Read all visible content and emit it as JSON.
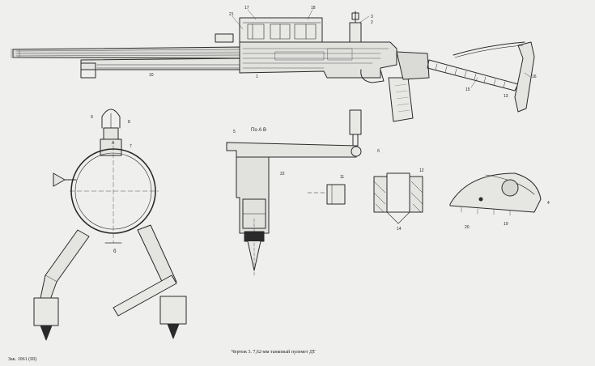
{
  "drawing": {
    "caption": "Чертеж 3. 7,62-мм танковый пулемет ДТ",
    "sheet_code": "Зак. 1061 (III)",
    "section_label": "По А В",
    "paper_color": "#efefed",
    "ink_color": "#2a2a2a"
  },
  "callouts": {
    "c17": "17",
    "c18": "18",
    "c21": "21",
    "c3": "3",
    "c2": "2",
    "c1": "1",
    "c10": "10",
    "c15": "15",
    "c16": "16",
    "c13": "13",
    "c9": "9",
    "c8": "8",
    "c7": "7",
    "c6": "б",
    "cA": "А",
    "c5": "5",
    "c22": "22",
    "c11": "11",
    "c12": "12",
    "c14": "14",
    "c20": "20",
    "c19": "19",
    "c4": "4"
  }
}
